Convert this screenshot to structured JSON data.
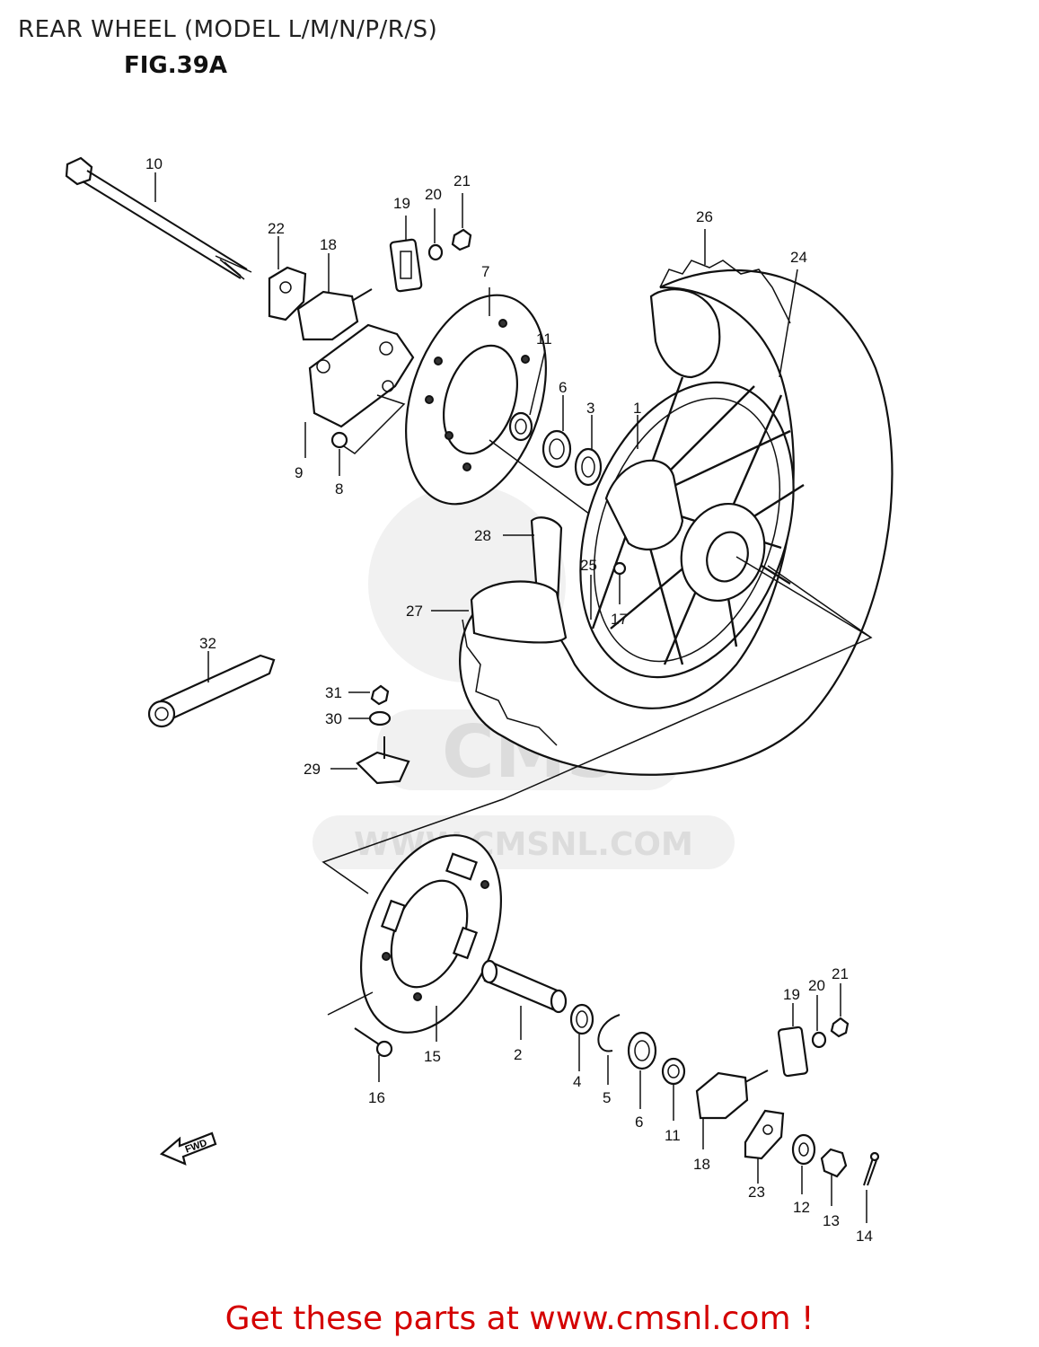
{
  "header": {
    "title": "REAR WHEEL (MODEL L/M/N/P/R/S)",
    "figure": "FIG.39A"
  },
  "watermark": {
    "brand": "CMS",
    "url": "WWW.CMSNL.COM"
  },
  "callouts": {
    "c1": "1",
    "c2": "2",
    "c3": "3",
    "c4": "4",
    "c5": "5",
    "c6a": "6",
    "c6b": "6",
    "c7": "7",
    "c8": "8",
    "c9": "9",
    "c10": "10",
    "c11a": "11",
    "c11b": "11",
    "c12": "12",
    "c13": "13",
    "c14": "14",
    "c15": "15",
    "c16": "16",
    "c17": "17",
    "c18a": "18",
    "c18b": "18",
    "c19a": "19",
    "c19b": "19",
    "c20a": "20",
    "c20b": "20",
    "c21a": "21",
    "c21b": "21",
    "c22": "22",
    "c23": "23",
    "c24": "24",
    "c25": "25",
    "c26": "26",
    "c27": "27",
    "c28": "28",
    "c29": "29",
    "c30": "30",
    "c31": "31",
    "c32": "32"
  },
  "fwd_arrow": "FWD",
  "footer": {
    "cta": "Get these parts at www.cmsnl.com !"
  }
}
